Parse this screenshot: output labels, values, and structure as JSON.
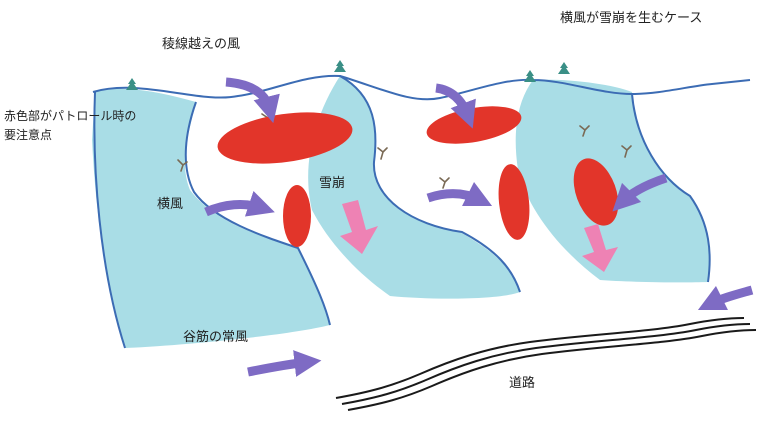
{
  "title": "横風が雪崩を生むケース",
  "labels": {
    "ridge_wind": "稜線越えの風",
    "patrol_point_line1": "赤色部がパトロール時の",
    "patrol_point_line2": "要注意点",
    "crosswind": "横風",
    "avalanche": "雪崩",
    "valley_wind": "谷筋の常風",
    "road": "道路"
  },
  "colors": {
    "snow": "#a9dde6",
    "outline": "#3c6cb4",
    "hazard": "#e2352a",
    "wind_arrow": "#7e6bc4",
    "avalanche_arrow": "#ee82b4",
    "road": "#1a1a1a",
    "tree": "#3a8f86"
  },
  "icons": [
    "tree-icon",
    "skier-icon",
    "wind-arrow",
    "avalanche-arrow",
    "road-icon"
  ]
}
